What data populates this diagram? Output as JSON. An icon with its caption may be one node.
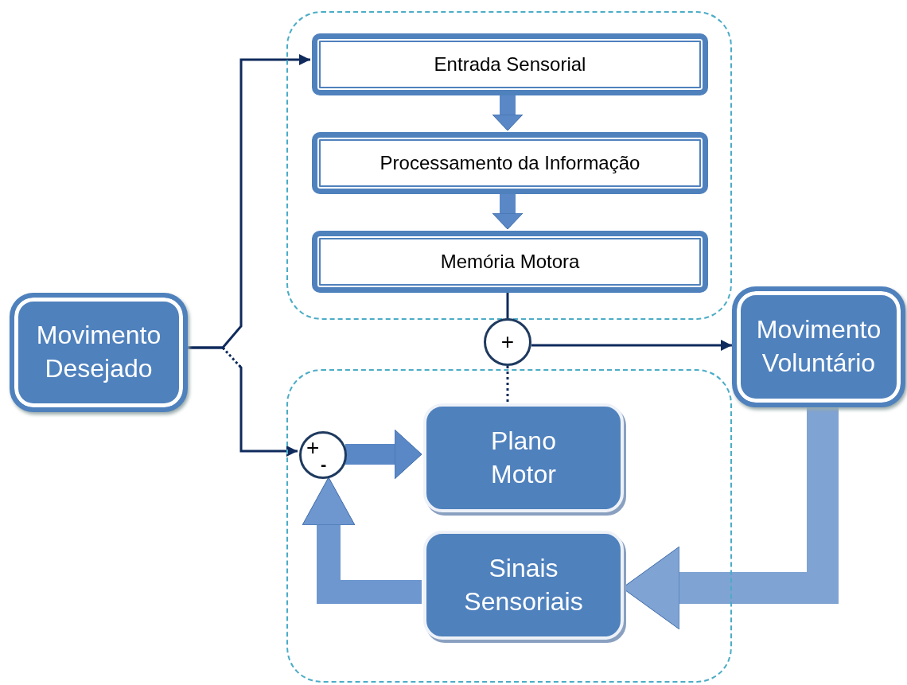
{
  "diagram": {
    "nodes": [
      {
        "text": [],
        "shape": "box"
      },
      {
        "text": [
          "Entrada Sensorial"
        ],
        "in": 0
      },
      {
        "text": [
          "Processamento da Informação"
        ],
        "in": 0
      },
      {
        "text": [
          "Memória Motora"
        ],
        "in": 0
      },
      {
        "text": [
          "Movimento Desejado"
        ]
      },
      {
        "text": [
          "+"
        ]
      },
      {
        "text": [
          "Movimento Voluntário"
        ]
      },
      {
        "text": [],
        "shape": "box"
      },
      {
        "text": [
          "+",
          "-"
        ],
        "in": 7
      },
      {
        "text": [
          "Plano Motor"
        ],
        "in": 7
      },
      {
        "text": [
          "Sinais Sensoriais"
        ],
        "in": 7
      }
    ],
    "edges": [
      {
        "from": 4,
        "to": 1,
        "arrow": "to"
      },
      {
        "from": 4,
        "to": 8,
        "arrow": "to"
      },
      {
        "from": 1,
        "to": 2,
        "arrow": "to",
        "style": "thick",
        "color": "#5a88c6"
      },
      {
        "from": 2,
        "to": 3,
        "arrow": "to",
        "style": "thick",
        "color": "#5a88c6"
      },
      {
        "from": 3,
        "to": 5,
        "arrow": "none"
      },
      {
        "from": 5,
        "to": 6,
        "arrow": "to"
      },
      {
        "from": 5,
        "to": 9,
        "arrow": "none",
        "style": "dashed"
      },
      {
        "from": 8,
        "to": 9,
        "arrow": "to",
        "style": "thick",
        "color": "#5a88c6"
      },
      {
        "from": 6,
        "to": 10,
        "arrow": "to",
        "style": "thick",
        "color": "#7fa3d3"
      },
      {
        "from": 10,
        "to": 8,
        "arrow": "to",
        "style": "thick",
        "color": "#6f97cf"
      }
    ]
  }
}
